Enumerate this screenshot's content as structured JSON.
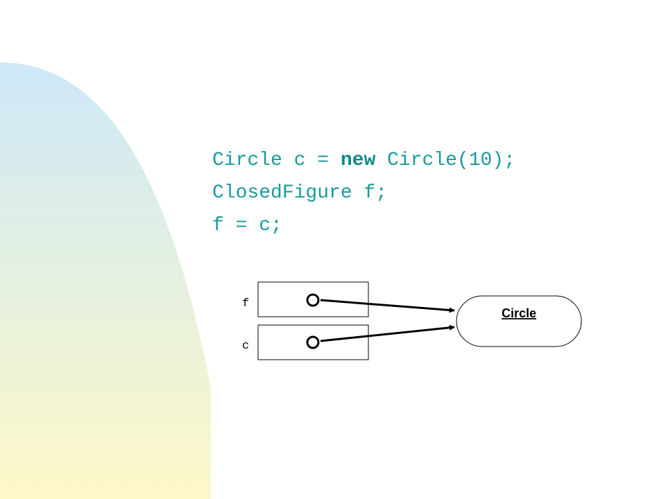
{
  "code": {
    "line1_a": "Circle c = ",
    "line1_kw": "new",
    "line1_b": " Circle(10);",
    "line2": "ClosedFigure f;",
    "line3": "f = c;"
  },
  "diagram": {
    "var_f": "f",
    "var_c": "c",
    "object_label": "Circle"
  },
  "colors": {
    "code_text": "#1a9a9a",
    "bg_gradient_top": "#cde8f8",
    "bg_gradient_bottom": "#fdf8c8"
  }
}
